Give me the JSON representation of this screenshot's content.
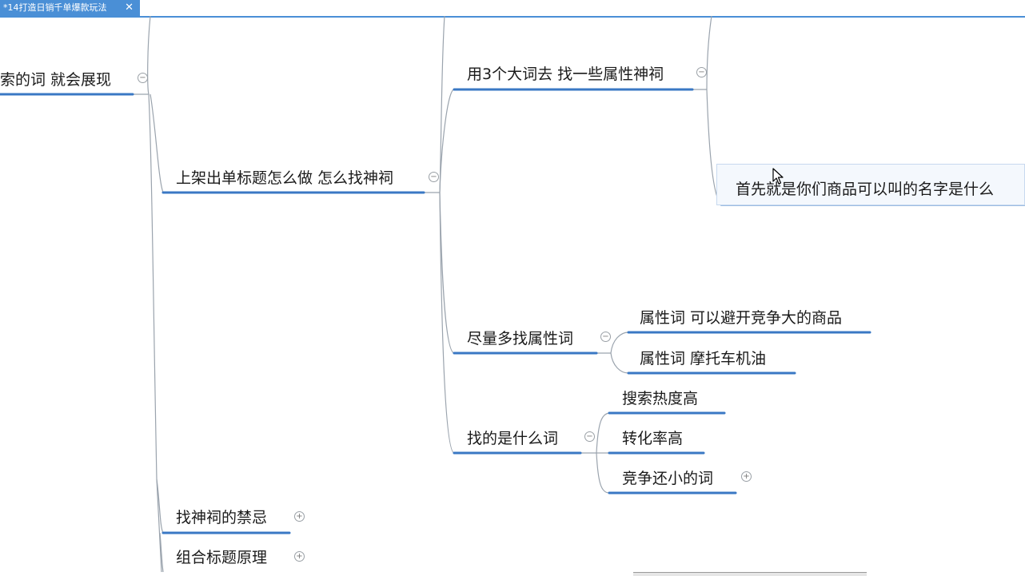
{
  "tab": {
    "title": "*14打造日销千单爆款玩法",
    "close": "✕"
  },
  "nodes": {
    "n_root_partial": "索的词 就会展现",
    "n_title_how": "上架出单标题怎么做 怎么找神祠",
    "n_use3": "用3个大词去 找一些属性神祠",
    "n_first": "首先就是你们商品可以叫的名字是什么",
    "n_attr_more": "尽量多找属性词",
    "n_attr1": "属性词 可以避开竞争大的商品",
    "n_attr2": "属性词  摩托车机油",
    "n_what": "找的是什么词",
    "n_search_hot": "搜索热度高",
    "n_conv": "转化率高",
    "n_comp": "竞争还小的词",
    "n_taboo": "找神祠的禁忌",
    "n_combine": "组合标题原理"
  },
  "toggles": {
    "collapse": "−",
    "expand": "+"
  },
  "colors": {
    "branch": "#3a78c4",
    "connector": "#9aa3ad",
    "tab": "#4a8fd6"
  }
}
